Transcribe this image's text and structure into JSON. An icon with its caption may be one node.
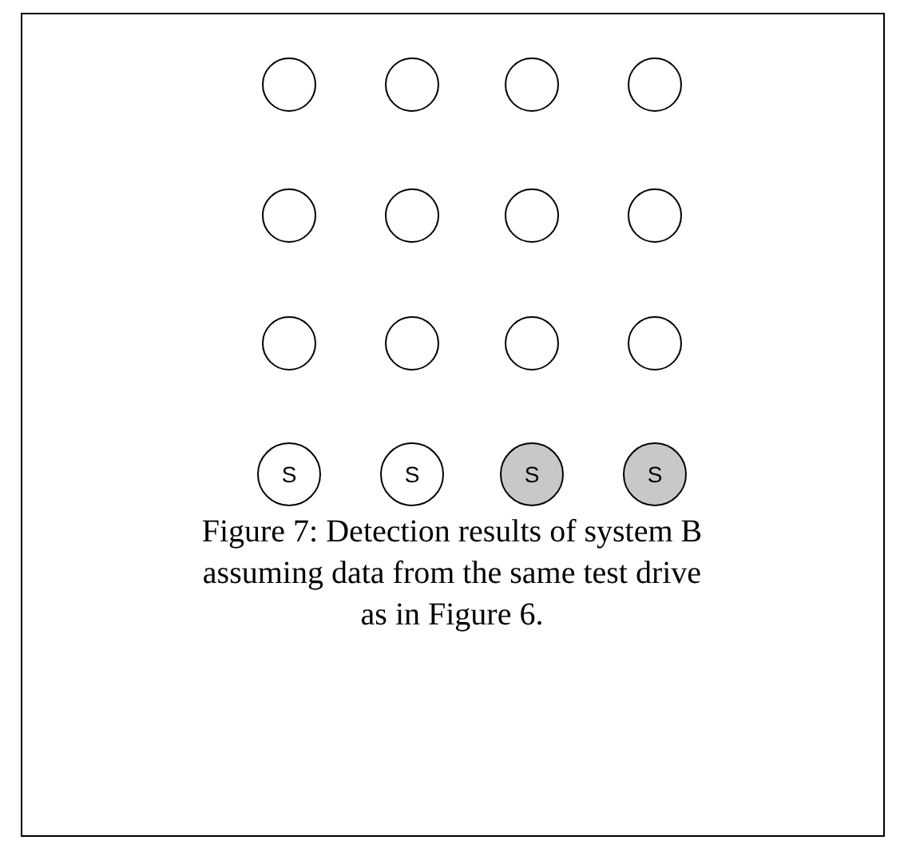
{
  "diagram": {
    "caption": "Figure 7: Detection results of system B assuming data from the same test drive as in Figure 6.",
    "nodes": [
      {
        "text": [],
        "shape": "circle"
      },
      {
        "text": [],
        "shape": "circle"
      },
      {
        "text": [],
        "shape": "circle"
      },
      {
        "text": [],
        "shape": "circle"
      },
      {
        "text": [],
        "shape": "circle"
      },
      {
        "text": [],
        "shape": "circle"
      },
      {
        "text": [],
        "shape": "circle"
      },
      {
        "text": [],
        "shape": "circle"
      },
      {
        "text": [],
        "shape": "circle"
      },
      {
        "text": [],
        "shape": "circle"
      },
      {
        "text": [],
        "shape": "circle"
      },
      {
        "text": [],
        "shape": "circle"
      },
      {
        "text": [
          "S"
        ]
      },
      {
        "text": [
          "S"
        ]
      },
      {
        "text": [
          "S"
        ]
      },
      {
        "text": [
          "S"
        ]
      }
    ]
  }
}
